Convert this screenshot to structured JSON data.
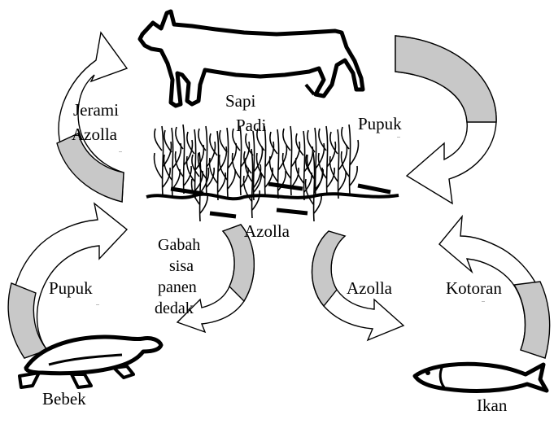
{
  "nodes": {
    "cow": "Sapi",
    "paddy": "Padi",
    "azolla": "Azolla",
    "duck": "Bebek",
    "fish": "Ikan"
  },
  "flows": {
    "straw_azolla": [
      "Jerami",
      "Azolla"
    ],
    "fertilizer_top": "Pupuk",
    "fertilizer_left": "Pupuk",
    "grain_residue": [
      "Gabah",
      "sisa",
      "panen",
      "dedak"
    ],
    "azolla_to_fish": "Azolla",
    "manure": "Kotoran"
  },
  "colors": {
    "arrow_fill": "#c8c8c8",
    "arrow_face": "#ffffff",
    "stroke": "#000000"
  }
}
